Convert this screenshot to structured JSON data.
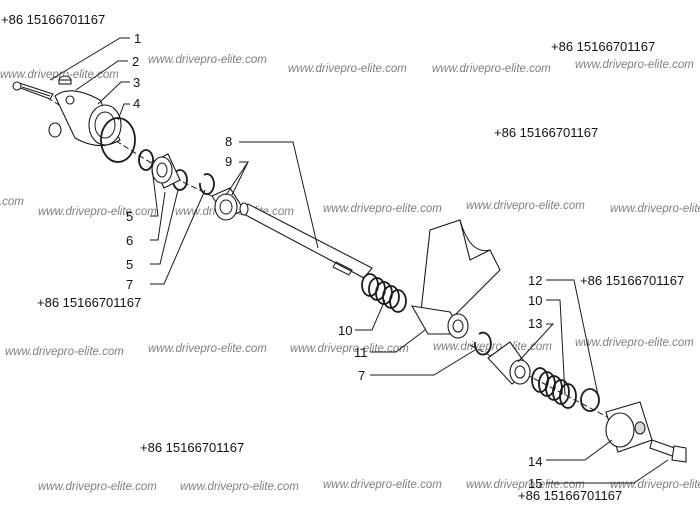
{
  "phone": "+86 15166701167",
  "watermark": "www.drivepro-elite.com",
  "callouts": [
    "1",
    "2",
    "3",
    "4",
    "5",
    "6",
    "5",
    "7",
    "8",
    "9",
    "10",
    "11",
    "7",
    "12",
    "10",
    "13",
    "14",
    "15"
  ]
}
